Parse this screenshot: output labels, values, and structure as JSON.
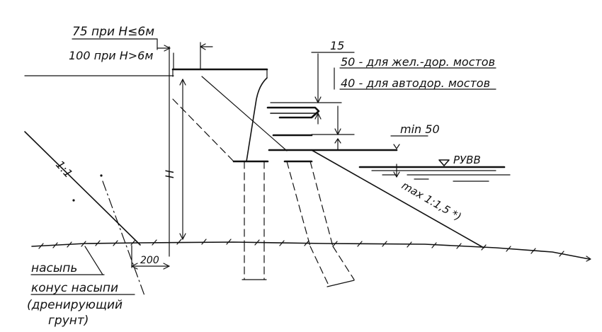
{
  "labels": {
    "dim_75": "75 при Н≤6м",
    "dim_100": "100 при Н>6м",
    "dim_15": "15",
    "rail": "50 - для жел.-дор. мостов",
    "road": "40 - для автодор. мостов",
    "min50": "min 50",
    "ruvv": "РУВВ",
    "slope_11": "1:1",
    "slope_max": "max 1:1,5 *)",
    "height_h": "Н",
    "dim_200": "200",
    "nasyp": "насыпь",
    "konus": "конус насыпи",
    "drain_1": "(дренирующий",
    "drain_2": "грунт)"
  },
  "colors": {
    "ink": "#111111",
    "paper": "#ffffff"
  }
}
